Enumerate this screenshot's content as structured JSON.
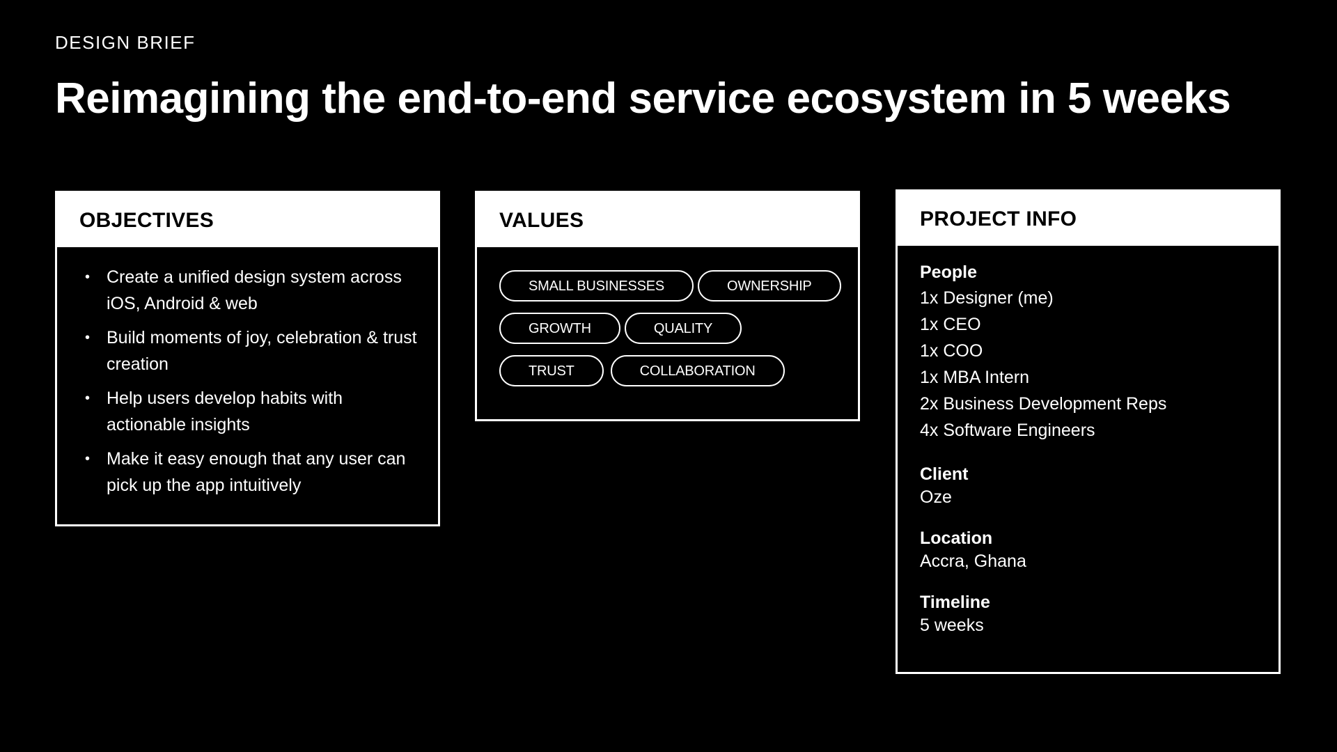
{
  "eyebrow": "DESIGN BRIEF",
  "headline": "Reimagining the end-to-end service ecosystem in 5 weeks",
  "objectives": {
    "title": "OBJECTIVES",
    "items": [
      "Create a unified design system across iOS, Android & web",
      "Build moments of joy, celebration & trust creation",
      "Help users develop habits with actionable insights",
      "Make it easy enough that any user can pick up the app intuitively"
    ]
  },
  "values": {
    "title": "VALUES",
    "pills": [
      "SMALL BUSINESSES",
      "OWNERSHIP",
      "GROWTH",
      "QUALITY",
      "TRUST",
      "COLLABORATION"
    ]
  },
  "project_info": {
    "title": "PROJECT INFO",
    "people_label": "People",
    "people": [
      "1x Designer (me)",
      "1x CEO",
      "1x COO",
      "1x MBA Intern",
      "2x Business Development Reps",
      "4x Software Engineers"
    ],
    "client_label": "Client",
    "client": "Oze",
    "location_label": "Location",
    "location": "Accra, Ghana",
    "timeline_label": "Timeline",
    "timeline": "5 weeks"
  }
}
